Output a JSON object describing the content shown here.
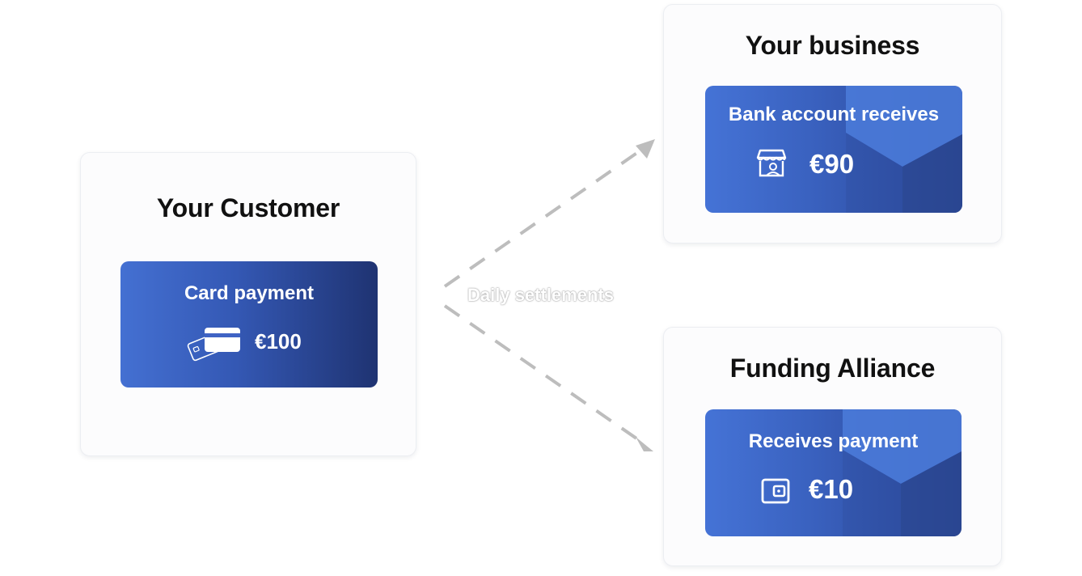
{
  "customer": {
    "title": "Your Customer",
    "panel_label": "Card payment",
    "amount": "€100",
    "icon": "credit-cards-icon"
  },
  "business": {
    "title": "Your business",
    "panel_label": "Bank account receives",
    "amount": "€90",
    "icon": "storefront-icon"
  },
  "alliance": {
    "title": "Funding Alliance",
    "panel_label": "Receives payment",
    "amount": "€10",
    "icon": "wallet-icon"
  },
  "flow": {
    "label": "Daily settlements"
  },
  "colors": {
    "panel_gradient_start": "#4470d2",
    "panel_gradient_end": "#1f3372",
    "arrow": "#bdbdbd"
  }
}
